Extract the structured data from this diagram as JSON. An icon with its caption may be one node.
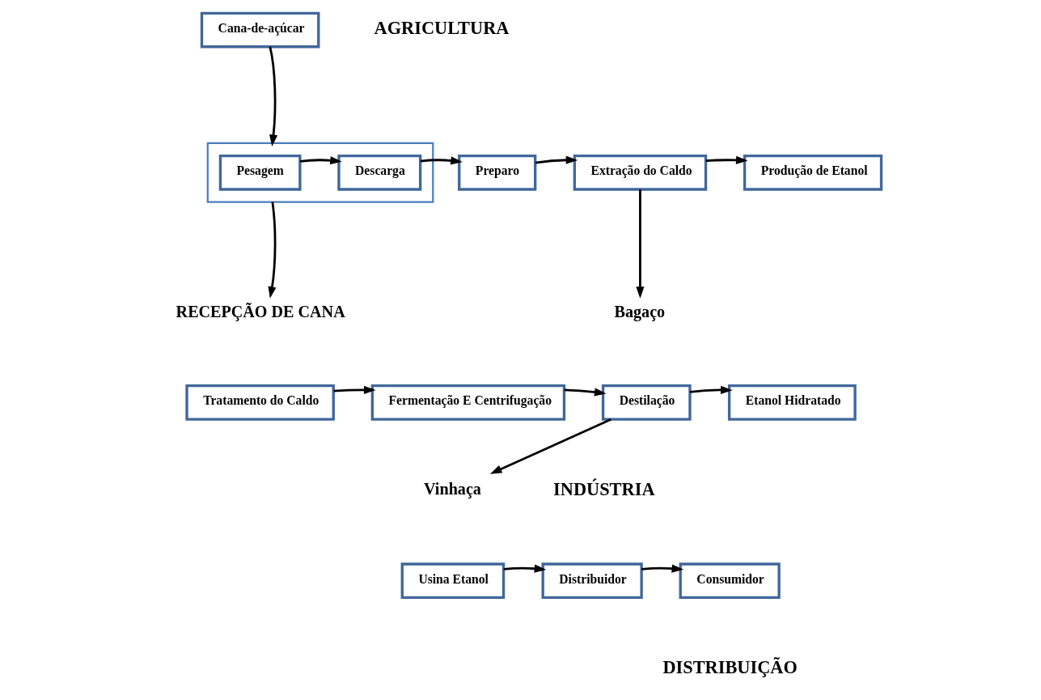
{
  "diagram": {
    "nodes": [
      {
        "text": [
          "Cana-de-açúcar"
        ]
      },
      {
        "text": [],
        "shape": "box"
      },
      {
        "text": [
          "Pesagem"
        ],
        "in": 1
      },
      {
        "text": [
          "Descarga"
        ],
        "in": 1
      },
      {
        "text": [
          "Preparo"
        ]
      },
      {
        "text": [
          "Extração do Caldo"
        ]
      },
      {
        "text": [
          "Produção de Etanol"
        ]
      },
      {
        "text": [
          "RECEPÇÃO DE CANA"
        ]
      },
      {
        "text": [
          "Bagaço"
        ]
      },
      {
        "text": [
          "Tratamento do Caldo"
        ]
      },
      {
        "text": [
          "Fermentação E Centrifugação"
        ]
      },
      {
        "text": [
          "Destilação"
        ]
      },
      {
        "text": [
          "Etanol Hidratado"
        ]
      },
      {
        "text": [
          "Vinhaça"
        ]
      },
      {
        "text": [
          "Usina Etanol"
        ]
      },
      {
        "text": [
          "Distribuidor"
        ]
      },
      {
        "text": [
          "Consumidor"
        ]
      }
    ],
    "edges": [
      {
        "from": 0,
        "to": 1,
        "arrow": "to"
      },
      {
        "from": 2,
        "to": 3,
        "arrow": "to"
      },
      {
        "from": 3,
        "to": 4,
        "arrow": "to"
      },
      {
        "from": 4,
        "to": 5,
        "arrow": "to"
      },
      {
        "from": 5,
        "to": 6,
        "arrow": "to"
      },
      {
        "from": 1,
        "to": 7,
        "arrow": "to"
      },
      {
        "from": 5,
        "to": 8,
        "arrow": "to"
      },
      {
        "from": 9,
        "to": 10,
        "arrow": "to"
      },
      {
        "from": 10,
        "to": 11,
        "arrow": "to"
      },
      {
        "from": 11,
        "to": 12,
        "arrow": "to"
      },
      {
        "from": 11,
        "to": 13,
        "arrow": "to"
      },
      {
        "from": 14,
        "to": 15,
        "arrow": "to"
      },
      {
        "from": 15,
        "to": 16,
        "arrow": "to"
      }
    ],
    "labels": [
      "AGRICULTURA",
      "INDÚSTRIA",
      "DISTRIBUIÇÃO"
    ]
  }
}
